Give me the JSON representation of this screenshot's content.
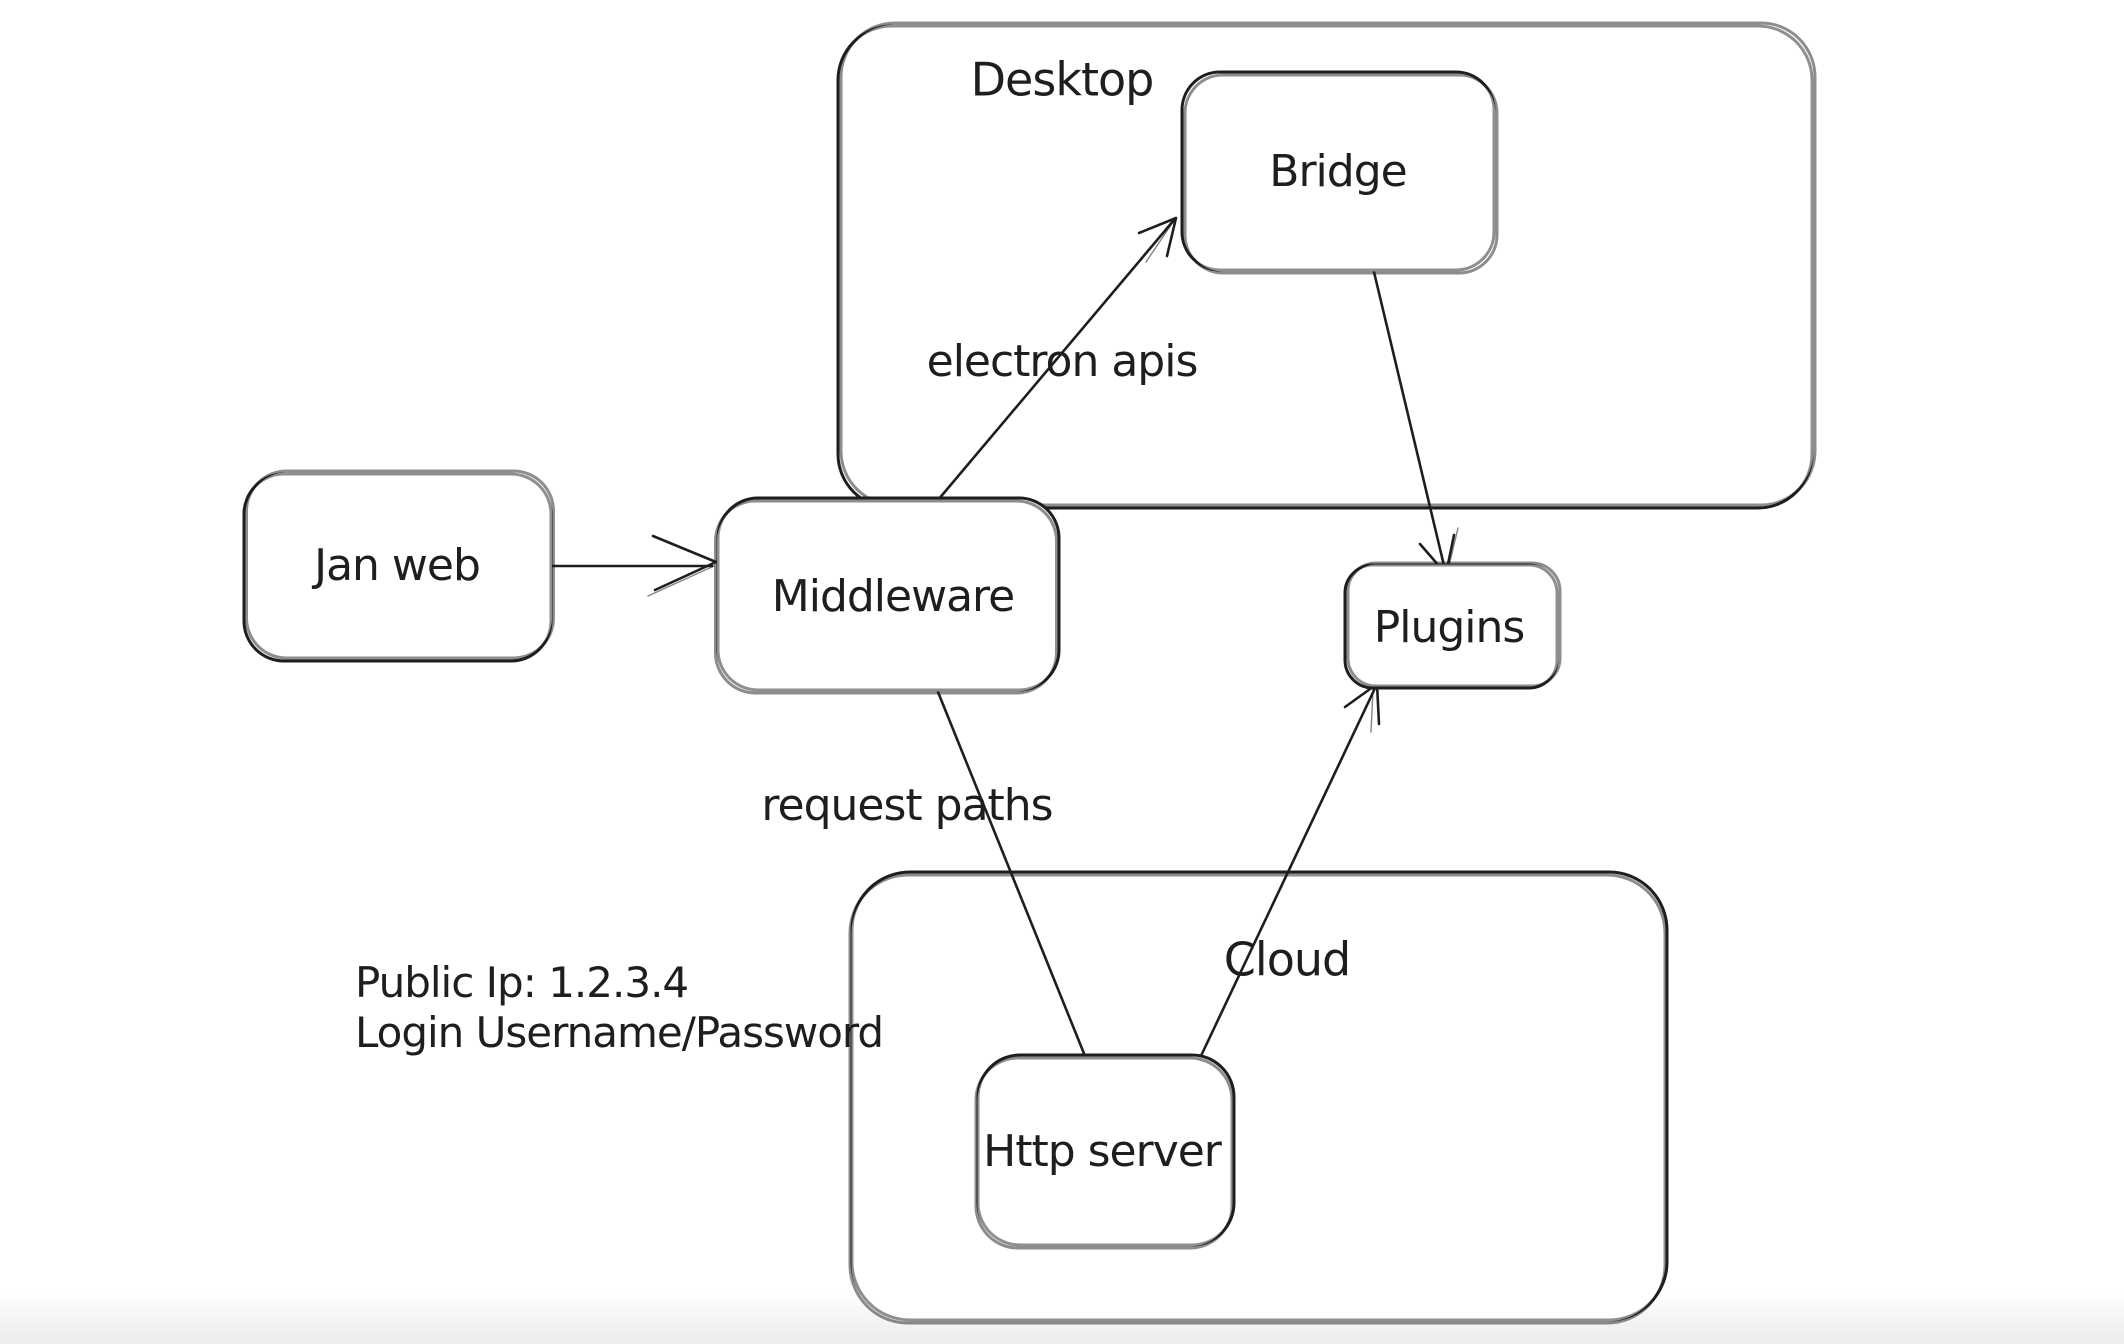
{
  "colors": {
    "ink": "#1e1e1e",
    "background": "#ffffff",
    "bottom_fade": "#eceef0"
  },
  "containers": [
    {
      "id": "desktop",
      "label": "Desktop"
    },
    {
      "id": "cloud",
      "label": "Cloud"
    }
  ],
  "nodes": [
    {
      "id": "jan-web",
      "label": "Jan web"
    },
    {
      "id": "middleware",
      "label": "Middleware"
    },
    {
      "id": "bridge",
      "label": "Bridge"
    },
    {
      "id": "plugins",
      "label": "Plugins"
    },
    {
      "id": "http-server",
      "label": "Http server"
    }
  ],
  "edges": [
    {
      "id": "jan-web-to-middleware",
      "from": "jan-web",
      "to": "middleware",
      "label": "",
      "arrowhead": "end"
    },
    {
      "id": "middleware-to-bridge",
      "from": "middleware",
      "to": "bridge",
      "label": "electron apis",
      "arrowhead": "end"
    },
    {
      "id": "bridge-to-plugins",
      "from": "bridge",
      "to": "plugins",
      "label": "",
      "arrowhead": "end"
    },
    {
      "id": "middleware-to-http-server",
      "from": "middleware",
      "to": "http-server",
      "label": "request paths",
      "arrowhead": "none"
    },
    {
      "id": "http-server-to-plugins",
      "from": "http-server",
      "to": "plugins",
      "label": "",
      "arrowhead": "end"
    }
  ],
  "notes": [
    {
      "id": "cloud-credentials",
      "lines": [
        "Public Ip: 1.2.3.4",
        "Login Username/Password"
      ]
    }
  ]
}
